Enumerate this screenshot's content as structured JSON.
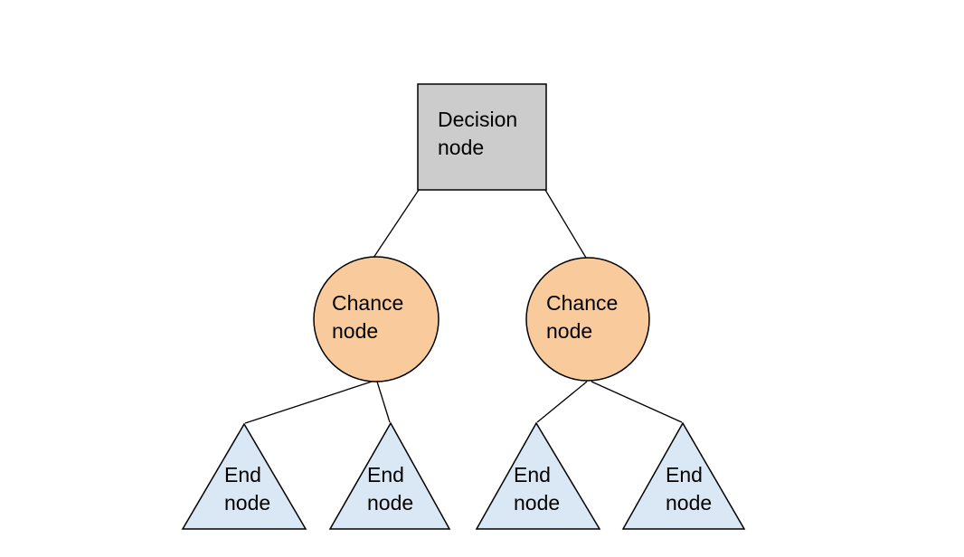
{
  "diagram": {
    "background_color": "#ffffff",
    "stroke_color": "#000000",
    "text_color": "#000000",
    "nodes": {
      "decision": {
        "label": "Decision node",
        "shape": "square",
        "fill": "#cccccc"
      },
      "chance_left": {
        "label": "Chance node",
        "shape": "circle",
        "fill": "#f9cb9c"
      },
      "chance_right": {
        "label": "Chance node",
        "shape": "circle",
        "fill": "#f9cb9c"
      },
      "end_1": {
        "label": "End node",
        "shape": "triangle",
        "fill": "#dae8f5"
      },
      "end_2": {
        "label": "End node",
        "shape": "triangle",
        "fill": "#dae8f5"
      },
      "end_3": {
        "label": "End node",
        "shape": "triangle",
        "fill": "#dae8f5"
      },
      "end_4": {
        "label": "End node",
        "shape": "triangle",
        "fill": "#dae8f5"
      }
    },
    "edges": [
      {
        "from": "decision",
        "to": "chance_left"
      },
      {
        "from": "decision",
        "to": "chance_right"
      },
      {
        "from": "chance_left",
        "to": "end_1"
      },
      {
        "from": "chance_left",
        "to": "end_2"
      },
      {
        "from": "chance_right",
        "to": "end_3"
      },
      {
        "from": "chance_right",
        "to": "end_4"
      }
    ]
  }
}
